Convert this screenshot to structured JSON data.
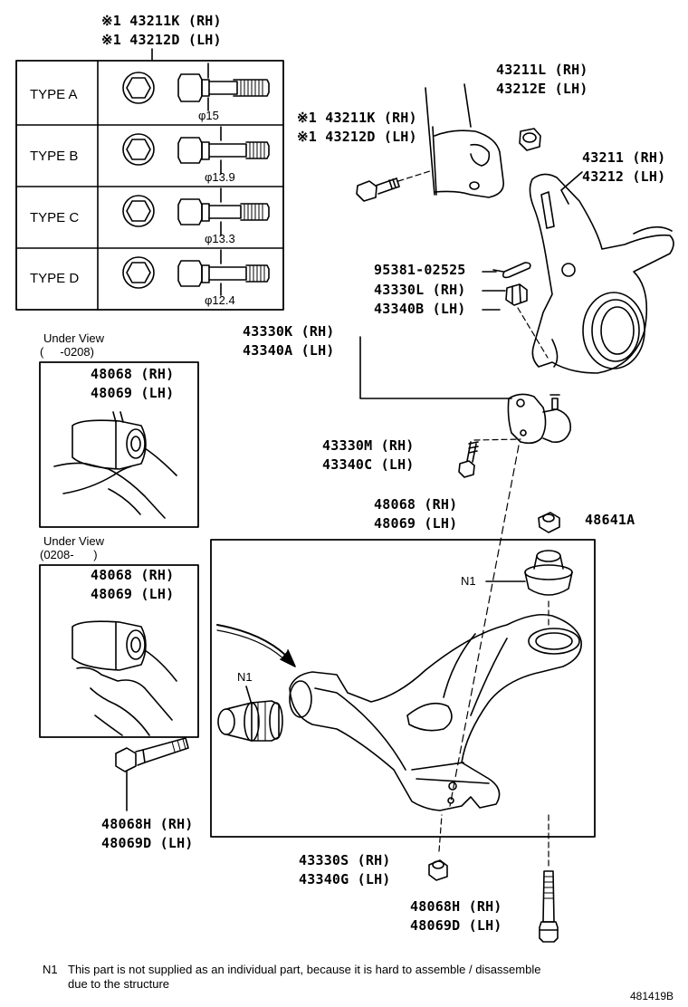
{
  "bolt_table": {
    "header_rh": "※1 43211K (RH)",
    "header_lh": "※1 43212D (LH)",
    "rows": [
      {
        "type": "TYPE A",
        "diameter": "φ15"
      },
      {
        "type": "TYPE B",
        "diameter": "φ13.9"
      },
      {
        "type": "TYPE C",
        "diameter": "φ13.3"
      },
      {
        "type": "TYPE D",
        "diameter": "φ12.4"
      }
    ]
  },
  "insets": [
    {
      "title": "Under View",
      "range": "(     -0208)",
      "rh": "48068 (RH)",
      "lh": "48069 (LH)"
    },
    {
      "title": "Under View",
      "range": "(0208-      )",
      "rh": "48068 (RH)",
      "lh": "48069 (LH)"
    }
  ],
  "parts": {
    "nut_top_rh": "43211L (RH)",
    "nut_top_lh": "43212E (LH)",
    "bolt_mid_rh": "※1 43211K (RH)",
    "bolt_mid_lh": "※1 43212D (LH)",
    "knuckle_rh": "43211 (RH)",
    "knuckle_lh": "43212 (LH)",
    "cotter_pin": "95381-02525",
    "nut_ball_rh": "43330L (RH)",
    "nut_ball_lh": "43340B (LH)",
    "ball_joint_rh": "43330K (RH)",
    "ball_joint_lh": "43340A (LH)",
    "bolt_ball_rh": "43330M (RH)",
    "bolt_ball_lh": "43340C (LH)",
    "arm_rh": "48068 (RH)",
    "arm_lh": "48069 (LH)",
    "nut_arm": "48641A",
    "bushing_note_1": "N1",
    "bushing_note_2": "N1",
    "bolt_front_rh": "48068H (RH)",
    "bolt_front_lh": "48069D (LH)",
    "nut_lower_rh": "43330S (RH)",
    "nut_lower_lh": "43340G (LH)",
    "bolt_rear_rh": "48068H (RH)",
    "bolt_rear_lh": "48069D (LH)"
  },
  "footnote": {
    "marker": "N1",
    "line1": "This part is not supplied as an individual part, because it is hard to assemble / disassemble",
    "line2": "due to the structure"
  },
  "diagram_id": "481419B"
}
